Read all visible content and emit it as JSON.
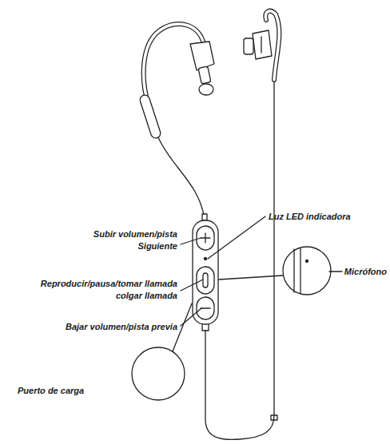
{
  "diagram": {
    "labels": [
      "Subir volumen/pista Siguiente",
      "Luz LED indicadora",
      "Micrófono",
      "Reproducir/pausa/tomar llamada colgar llamada",
      "Bajar volumen/pista previa",
      "Puerto de carga"
    ]
  }
}
